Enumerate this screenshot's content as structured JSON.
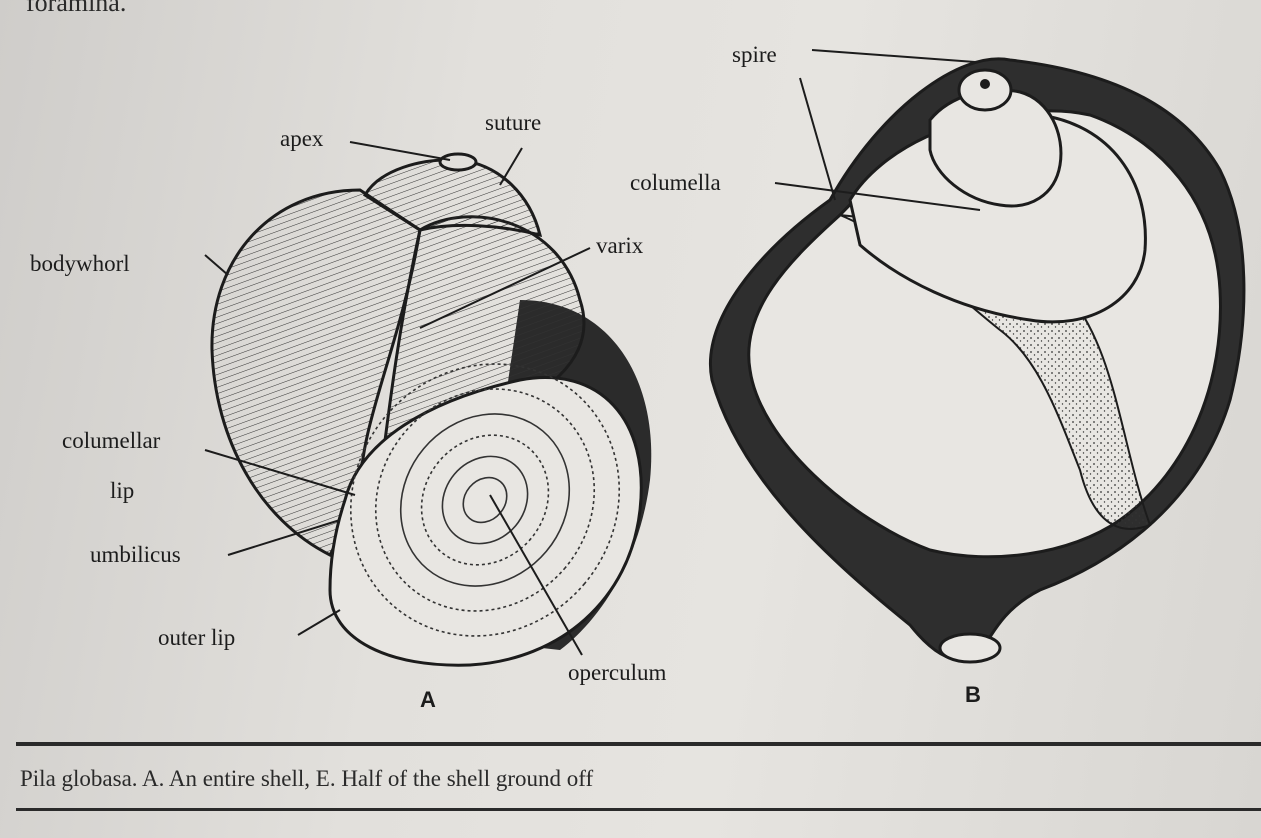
{
  "top_fragment": "foramina.",
  "figure_a": {
    "letter": "A",
    "labels": {
      "apex": "apex",
      "suture": "suture",
      "bodywhorl": "bodywhorl",
      "varix": "varix",
      "columellar": "columellar",
      "lip": "lip",
      "umbilicus": "umbilicus",
      "outer_lip": "outer lip",
      "operculum": "operculum"
    }
  },
  "figure_b": {
    "letter": "B",
    "labels": {
      "spire": "spire",
      "columella": "columella"
    }
  },
  "caption": "Pila globasa. A. An entire shell, E. Half of the shell ground off",
  "colors": {
    "ink": "#1c1c1c",
    "paper": "#e2e0dc"
  }
}
